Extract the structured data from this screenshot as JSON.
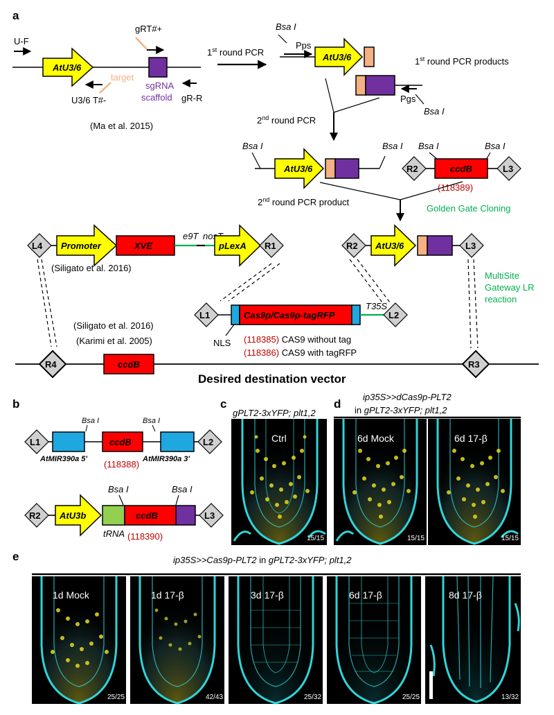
{
  "panels": {
    "a": "a",
    "b": "b",
    "c": "c",
    "d": "d",
    "e": "e"
  },
  "colors": {
    "yellow": "#ffff00",
    "red": "#ff0000",
    "purple": "#7030a0",
    "blue": "#1fa8e0",
    "peach": "#f4b183",
    "lightgreen": "#92d050",
    "green": "#00b050",
    "darkred": "#c00000",
    "grey": "#d0d0d0",
    "micro_cyan": "#2fd5d8",
    "micro_yellow": "#d8d020"
  },
  "panel_a": {
    "primer_uf": "U-F",
    "promoter_u36": "AtU3/6",
    "target_label": "target",
    "primer_u36t": "U3/6 T#-",
    "primer_grt": "gRT#+",
    "sgrna_line1": "sgRNA",
    "sgrna_line2": "scaffold",
    "primer_grr": "gR-R",
    "citation_ma": "(Ma et al. 2015)",
    "round1_pre": "1",
    "round1_sup": "st",
    "round1_post": " round PCR",
    "bsai": "Bsa I",
    "pps": "Pps",
    "pgs": "Pgs",
    "round1_products_pre": "1",
    "round1_products_sup": "st",
    "round1_products_post": " round PCR products",
    "round2_pre": "2",
    "round2_sup": "nd",
    "round2_post": "  round PCR",
    "round2_product_pre": "2",
    "round2_product_sup": "nd",
    "round2_product_post": " round PCR product",
    "r2": "R2",
    "l3": "L3",
    "ccdb": "ccdB",
    "addgene_ccdb": "(118389)",
    "golden_gate": "Golden Gate Cloning",
    "l4": "L4",
    "promoter": "Promoter",
    "xve": "XVE",
    "e9t": "e9T",
    "nost": "nosT",
    "plexa": "pLexA",
    "r1": "R1",
    "citation_siligato1": "(Siligato et al. 2016)",
    "multisite1": "MultiSite",
    "multisite2": "Gateway LR",
    "multisite3": "reaction",
    "l1": "L1",
    "cas9": "Cas9p/Cas9p-tagRFP",
    "t35s": "T35S",
    "l2": "L2",
    "nls": "NLS",
    "citation_siligato2": "(Siligato et al. 2016)",
    "citation_karimi": "(Karimi et al. 2005)",
    "addgene_cas9": "(118385)",
    "cas9_notag": " CAS9 without tag",
    "addgene_cas9rfp": "(118386)",
    "cas9_rfp": " CAS9 with tagRFP",
    "r4": "R4",
    "r3": "R3",
    "destination": "Desired destination vector"
  },
  "panel_b": {
    "l1": "L1",
    "l2": "L2",
    "bsai": "Bsa I",
    "ccdb": "ccdB",
    "mir5": "AtMIR390a 5'",
    "mir3": "AtMIR390a 3'",
    "addgene1": "(118388)",
    "r2": "R2",
    "l3": "L3",
    "atu3b": "AtU3b",
    "trna": "tRNA",
    "addgene2": "(118390)"
  },
  "panel_c": {
    "title": "gPLT2-3xYFP; plt1,2",
    "image_label": "Ctrl",
    "count": "15/15"
  },
  "panel_d": {
    "title1": "ip35S>>dCas9p-PLT2",
    "title2_pre": "in ",
    "title2_ital": "gPLT2-3xYFP; plt1,2",
    "images": [
      {
        "label": "6d Mock",
        "count": "15/15"
      },
      {
        "label": "6d 17-β",
        "count": "15/15"
      }
    ]
  },
  "panel_e": {
    "title_a": "ip35S>>Cas9p-PLT2",
    "title_b": " in ",
    "title_c": "gPLT2-3xYFP; plt1,2",
    "images": [
      {
        "label": "1d Mock",
        "count": "25/25"
      },
      {
        "label": "1d 17-β",
        "count": "42/43"
      },
      {
        "label": "3d 17-β",
        "count": "25/32"
      },
      {
        "label": "6d 17-β",
        "count": "25/25"
      },
      {
        "label": "8d 17-β",
        "count": "13/32"
      }
    ]
  }
}
